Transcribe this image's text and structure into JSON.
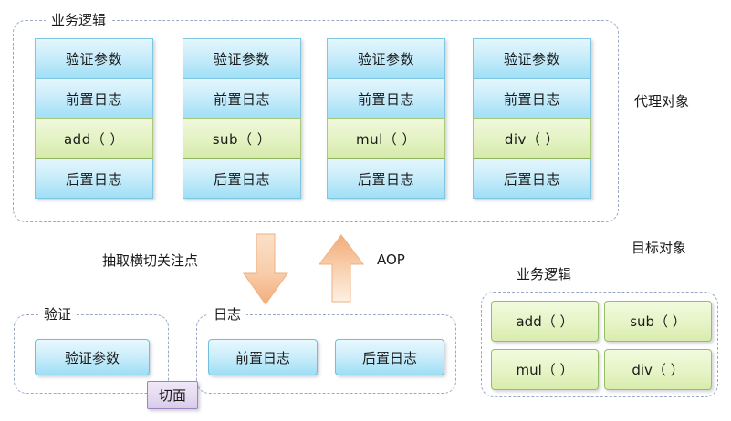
{
  "diagram": {
    "title_note": "AOP proxy object vs target object diagram",
    "proxy_group": {
      "label": "业务逻辑",
      "outside_label": "代理对象",
      "cards": [
        {
          "cells": [
            {
              "text": "验证参数",
              "kind": "blue"
            },
            {
              "text": "前置日志",
              "kind": "blue"
            },
            {
              "text": "add（ ）",
              "kind": "green"
            },
            {
              "text": "后置日志",
              "kind": "blue"
            }
          ]
        },
        {
          "cells": [
            {
              "text": "验证参数",
              "kind": "blue"
            },
            {
              "text": "前置日志",
              "kind": "blue"
            },
            {
              "text": "sub（ ）",
              "kind": "green"
            },
            {
              "text": "后置日志",
              "kind": "blue"
            }
          ]
        },
        {
          "cells": [
            {
              "text": "验证参数",
              "kind": "blue"
            },
            {
              "text": "前置日志",
              "kind": "blue"
            },
            {
              "text": "mul（ ）",
              "kind": "green"
            },
            {
              "text": "后置日志",
              "kind": "blue"
            }
          ]
        },
        {
          "cells": [
            {
              "text": "验证参数",
              "kind": "blue"
            },
            {
              "text": "前置日志",
              "kind": "blue"
            },
            {
              "text": "div（ ）",
              "kind": "green"
            },
            {
              "text": "后置日志",
              "kind": "blue"
            }
          ]
        }
      ]
    },
    "middle": {
      "extract_label": "抽取横切关注点",
      "aop_label": "AOP",
      "down_arrow_name": "down-arrow",
      "up_arrow_name": "up-arrow",
      "arrow_color": "#f4b183"
    },
    "aspect": {
      "badge_label": "切面",
      "validation_group": {
        "label": "验证",
        "boxes": [
          {
            "text": "验证参数"
          }
        ]
      },
      "log_group": {
        "label": "日志",
        "boxes": [
          {
            "text": "前置日志"
          },
          {
            "text": "后置日志"
          }
        ]
      }
    },
    "target": {
      "outside_label": "目标对象",
      "group_label": "业务逻辑",
      "boxes": [
        {
          "text": "add（ ）"
        },
        {
          "text": "sub（ ）"
        },
        {
          "text": "mul（ ）"
        },
        {
          "text": "div（ ）"
        }
      ]
    },
    "colors": {
      "blue_fill": "#cdeefb",
      "blue_border": "#7fc6e2",
      "green_fill": "#e3f2c2",
      "green_border": "#a9c97a",
      "dash_border": "#9aa8c4",
      "aspect_fill": "#e4daf0",
      "aspect_border": "#9b84c0",
      "arrow_fill": "#f4b183"
    }
  }
}
